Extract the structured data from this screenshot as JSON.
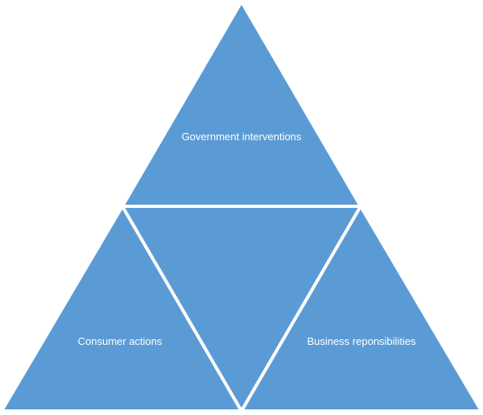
{
  "diagram": {
    "type": "triangle-pyramid",
    "fill_color": "#5b9bd5",
    "separator_color": "#ffffff",
    "sections": {
      "top": {
        "label": "Government interventions"
      },
      "bottom_left": {
        "label": "Consumer actions"
      },
      "center": {
        "label": ""
      },
      "bottom_right": {
        "label": "Business reponsibilities"
      }
    }
  }
}
